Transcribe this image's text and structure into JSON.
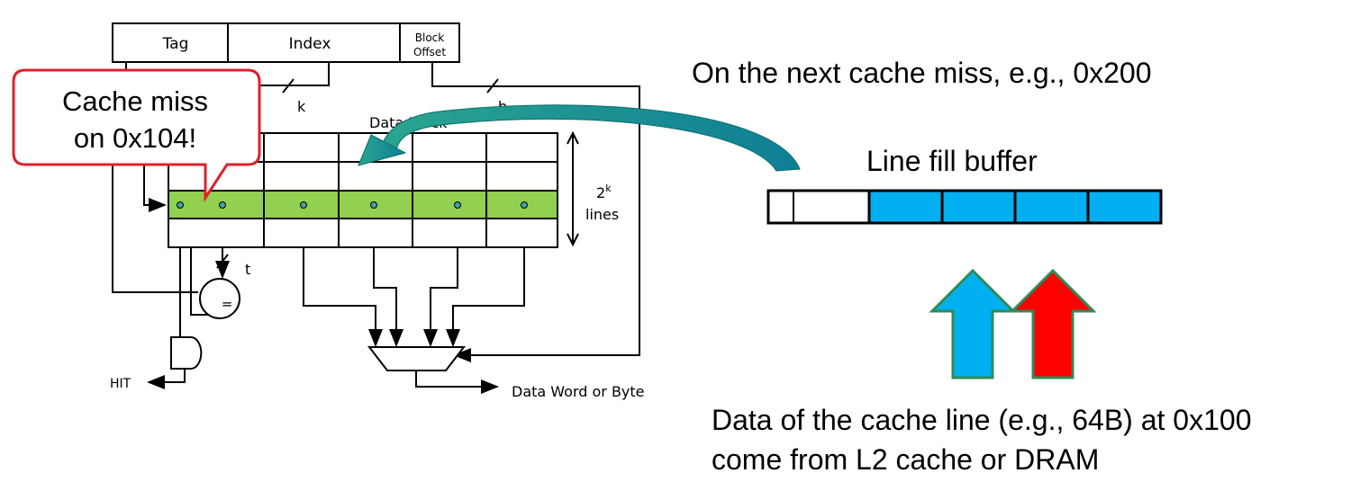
{
  "address": {
    "tag": "Tag",
    "index": "Index",
    "offset_line1": "Block",
    "offset_line2": "Offset"
  },
  "bus_labels": {
    "k": "k",
    "b": "b",
    "t": "t"
  },
  "data_block_label": "Data Block",
  "lines_label_base": "2",
  "lines_label_exp": "k",
  "lines_label_text": "lines",
  "comparator_symbol": "=",
  "hit_label": "HIT",
  "output_label": "Data Word or Byte",
  "callout": {
    "line1": "Cache miss",
    "line2": "on 0x104!"
  },
  "next_miss_text": "On the next cache miss, e.g., 0x200",
  "lfb_label": "Line fill buffer",
  "data_source": {
    "line1": "Data of the cache line (e.g., 64B) at 0x100",
    "line2": "come from L2 cache or DRAM"
  },
  "colors": {
    "highlight_row": "#92d050",
    "buffer_fill": "#00b0f0",
    "arrow_blue": "#00b0f0",
    "arrow_red": "#ff0000",
    "arrow_border": "#2e8b57",
    "curved_arrow": "#1aa39a",
    "callout_border": "#e0202a"
  }
}
